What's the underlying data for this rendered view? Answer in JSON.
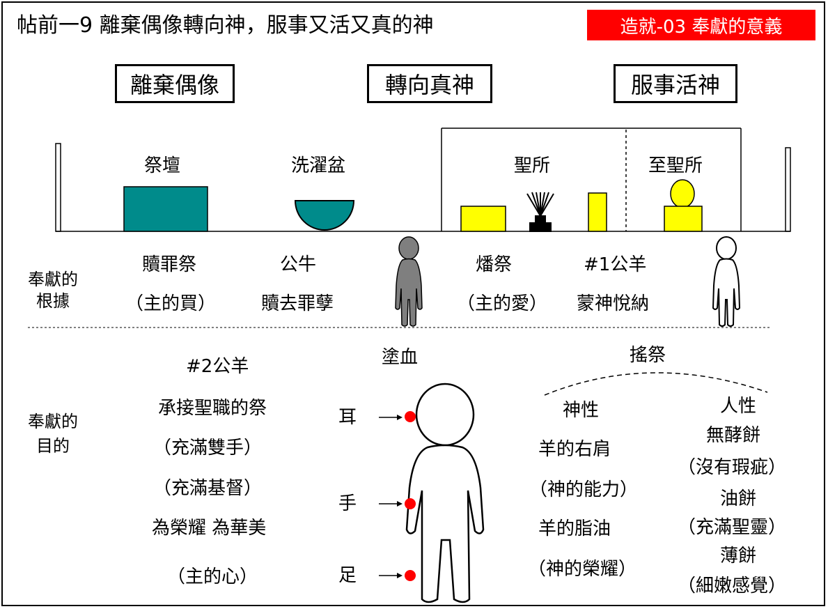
{
  "title": "帖前一9 離棄偶像轉向神，服事又活又真的神",
  "badge": "造就-03 奉獻的意義",
  "headers": [
    "離棄偶像",
    "轉向真神",
    "服事活神"
  ],
  "temple_labels": {
    "altar": "祭壇",
    "laver": "洗濯盆",
    "holy_place": "聖所",
    "most_holy_place": "至聖所"
  },
  "basis": {
    "row_label": [
      "奉獻的",
      "根據"
    ],
    "sin_offering": [
      "贖罪祭",
      "（主的買）"
    ],
    "bull": [
      "公牛",
      "贖去罪孽"
    ],
    "burnt_offering": [
      "燔祭",
      "（主的愛）"
    ],
    "ram1": [
      "#1公羊",
      "蒙神悅納"
    ]
  },
  "purpose": {
    "row_label": [
      "奉獻的",
      "目的"
    ],
    "ram2": [
      "#2公羊",
      "承接聖職的祭",
      "（充滿雙手）",
      "（充滿基督）",
      "為榮耀 為華美",
      "（主的心）"
    ],
    "blood_label": "塗血",
    "body_parts": [
      "耳",
      "手",
      "足"
    ],
    "wave_label": "搖祭",
    "divine": [
      "神性",
      "羊的右肩",
      "（神的能力）",
      "羊的脂油",
      "（神的榮耀）"
    ],
    "human": [
      "人性",
      "無酵餅",
      "（沒有瑕疵）",
      "油餅",
      "（充滿聖靈）",
      "薄餅",
      "（細嫩感覺）"
    ]
  },
  "colors": {
    "teal": "#008b8b",
    "yellow": "#ffff00",
    "red": "#ff0000",
    "gray": "#7f7f7f"
  }
}
